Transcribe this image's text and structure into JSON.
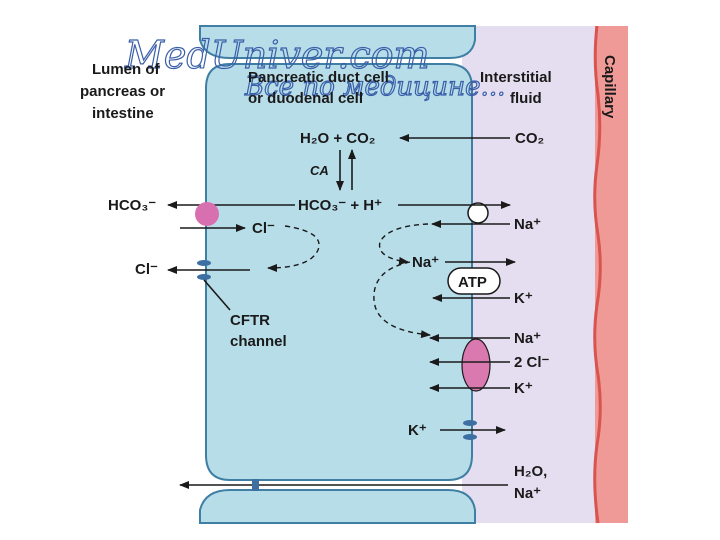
{
  "watermark": {
    "site": "MedUniver.com",
    "tagline": "Все по медицине..."
  },
  "regions": {
    "lumen": [
      "Lumen of",
      "pancreas or",
      "intestine"
    ],
    "cell": [
      "Pancreatic duct cell",
      "or duodenal cell"
    ],
    "interstitial": [
      "Interstitial",
      "fluid"
    ],
    "capillary": "Capillary"
  },
  "labels": {
    "h2o_co2": "H₂O + CO₂",
    "co2_right": "CO₂",
    "ca": "CA",
    "hco3_h": "HCO₃⁻ + H⁺",
    "hco3_left": "HCO₃⁻",
    "cl_in": "Cl⁻",
    "cl_out": "Cl⁻",
    "na_top": "Na⁺",
    "na_mid": "Na⁺",
    "atp": "ATP",
    "k_pump": "K⁺",
    "na_cotr": "Na⁺",
    "cl2_cotr": "2 Cl⁻",
    "k_cotr": "K⁺",
    "k_channel": "K⁺",
    "cftr": [
      "CFTR",
      "channel"
    ],
    "h2o_bottom": "H₂O,",
    "na_bottom": "Na⁺"
  },
  "colors": {
    "cell": "#b7dde9",
    "cell_border": "#3e7fa3",
    "interstitial": "#e4def0",
    "capillary": "#ef9a96",
    "capillary_edge": "#d9534f",
    "exchanger": "#d870b0",
    "cotransporter": "#da78b0",
    "channel": "#3e6fa3"
  }
}
